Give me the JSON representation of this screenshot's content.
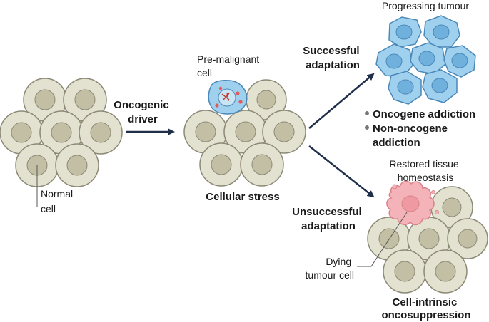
{
  "labels": {
    "oncogenic_driver": [
      "Oncogenic",
      "driver"
    ],
    "normal_cell": [
      "Normal",
      "cell"
    ],
    "pre_malignant_cell": [
      "Pre-malignant",
      "cell"
    ],
    "cellular_stress": "Cellular stress",
    "successful_adaptation": [
      "Successful",
      "adaptation"
    ],
    "unsuccessful_adaptation": [
      "Unsuccessful",
      "adaptation"
    ],
    "progressing_tumour": "Progressing tumour",
    "addiction_items": [
      "Oncogene addiction",
      "Non-oncogene",
      "addiction"
    ],
    "restored_homeostasis": [
      "Restored tissue",
      "homeostasis"
    ],
    "dying_tumour_cell": [
      "Dying",
      "tumour cell"
    ],
    "cell_intrinsic": [
      "Cell-intrinsic",
      "oncosuppression"
    ]
  },
  "colors": {
    "normal_cell_fill": "#e3e1cf",
    "normal_cell_edge": "#8c8a76",
    "nucleus_fill": "#c2bfa4",
    "tumour_cell_fill": "#9fd0ee",
    "tumour_nucleus": "#6fb0dd",
    "dying_cell_fill": "#f4b3b8",
    "arrow": "#1f2f4a"
  }
}
